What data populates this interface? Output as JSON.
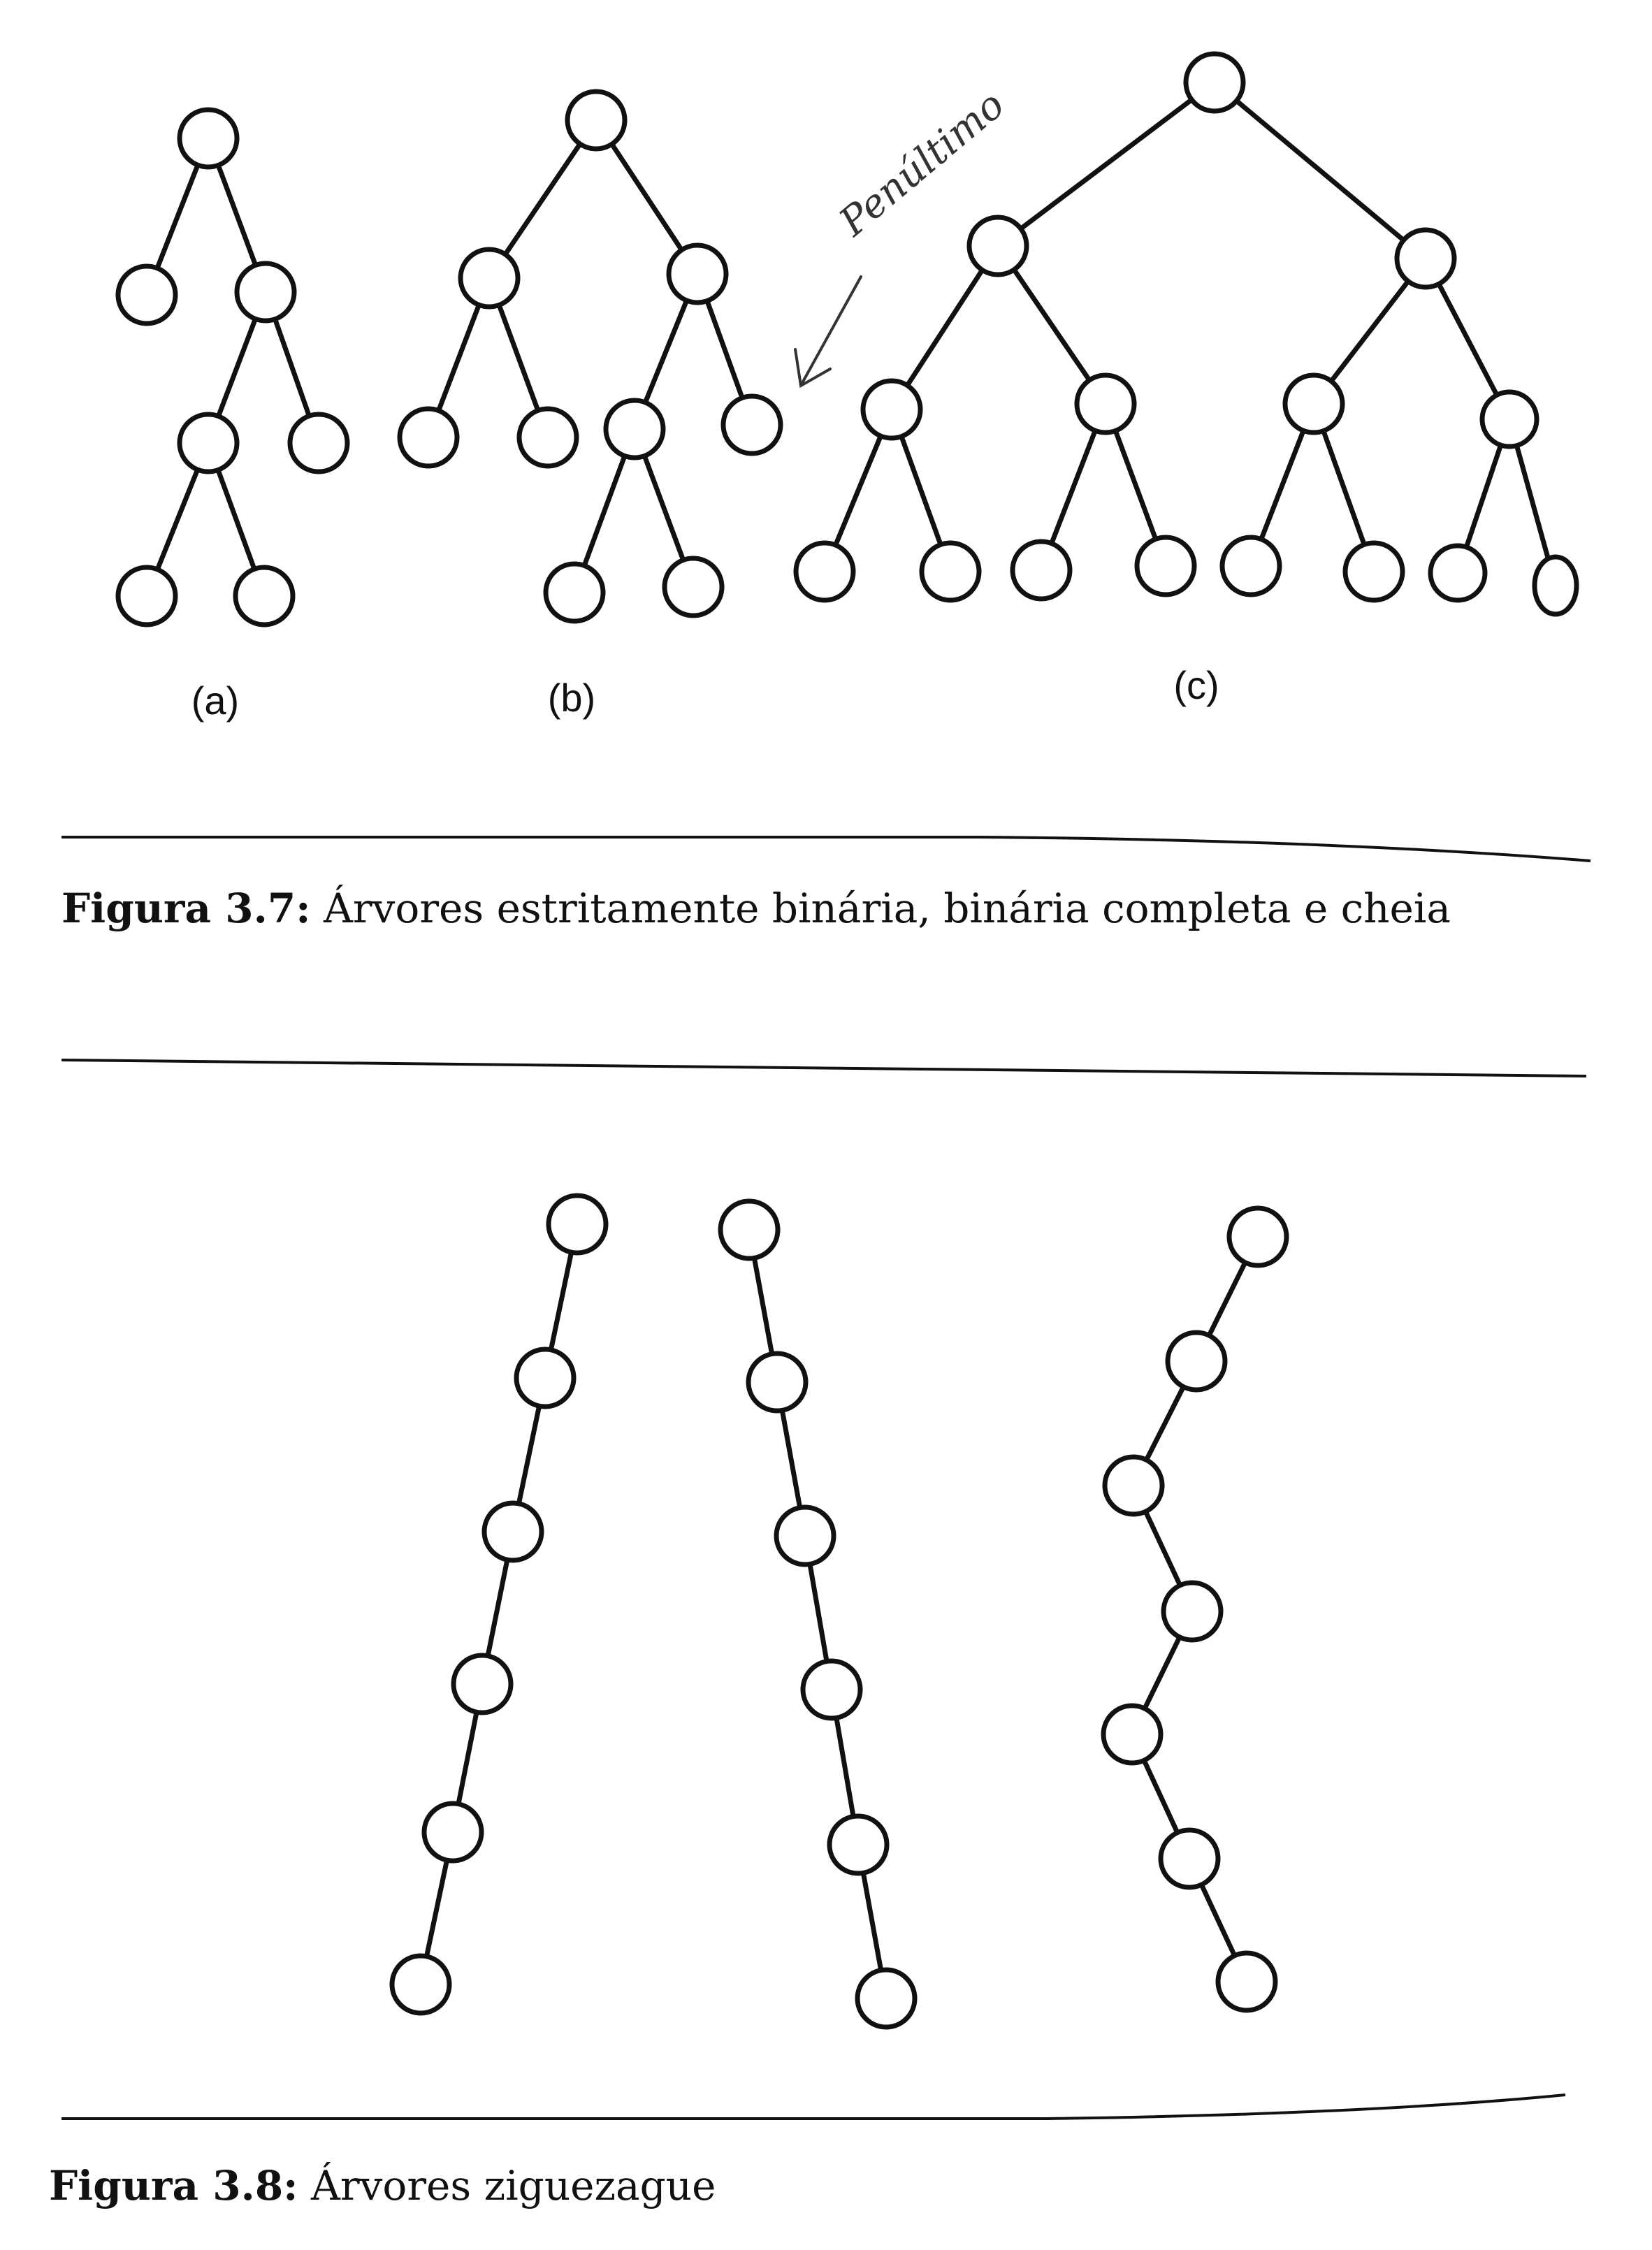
{
  "figure_3_7": {
    "subfigures": [
      {
        "label": "(a)",
        "description": "strictly binary tree"
      },
      {
        "label": "(b)",
        "description": "complete binary tree"
      },
      {
        "label": "(c)",
        "description": "full binary tree"
      }
    ],
    "caption_label": "Figura 3.7:",
    "caption_text": " Árvores estritamente binária, binária completa e cheia"
  },
  "annotation": {
    "text": "Penúltimo"
  },
  "figure_3_8": {
    "caption_label": "Figura 3.8:",
    "caption_text": " Árvores ziguezague"
  }
}
